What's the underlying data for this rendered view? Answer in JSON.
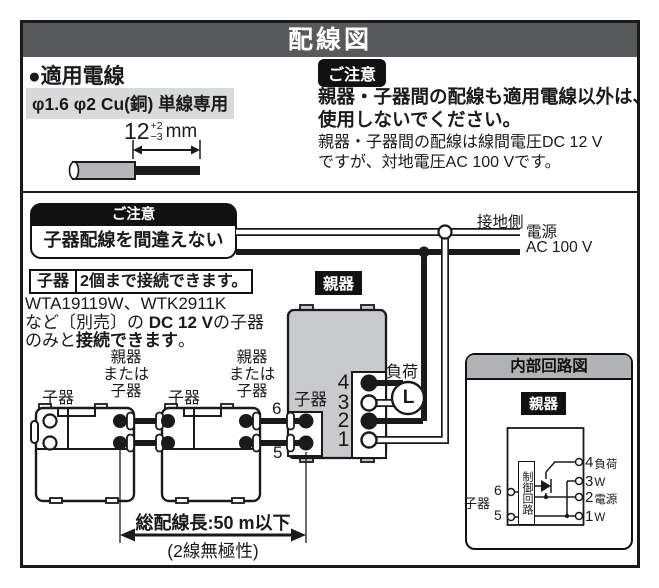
{
  "title": "配線図",
  "wire": {
    "heading": "●適用電線",
    "spec": "φ1.6 φ2 Cu(銅) 単線専用",
    "dim_value": "12",
    "dim_plus": "+2",
    "dim_minus": "−3",
    "dim_unit": "mm"
  },
  "caution_top": {
    "badge": "ご注意",
    "bold_lines": [
      "親器・子器間の配線も適用電線以外は、",
      "使用しないでください。"
    ],
    "normal_lines": [
      "親器・子器間の配線は線間電圧DC 12 V",
      "ですが、対地電圧AC 100 Vです。"
    ]
  },
  "caution_left": {
    "badge": "ご注意",
    "message": "子器配線を間違えない"
  },
  "kobox": {
    "label": "子器",
    "text": "2個まで接続できます。"
  },
  "notes": {
    "line1": "WTA19119W、WTK2911K",
    "line2_pre": "など〔別売〕の ",
    "line2_bold": "DC 12 V",
    "line2_post": "の子器",
    "line3_pre": "のみと",
    "line3_bold": "接続できます",
    "line3_post": "。"
  },
  "diagram": {
    "ground_label": "接地側",
    "power_label": "電源",
    "voltage": "AC 100 V",
    "parent_label": "親器",
    "load_label": "負荷",
    "load_symbol": "L",
    "child_label": "子器",
    "parent_or_child": [
      "親器",
      "または",
      "子器"
    ],
    "t_right": [
      "4",
      "3",
      "2",
      "1"
    ],
    "t6": "6",
    "t5": "5",
    "total_length": "総配線長:50 m以下",
    "polarity": "(2線無極性)"
  },
  "internal": {
    "title": "内部回路図",
    "parent_label": "親器",
    "control_label": "制御回路",
    "child_label": "子器",
    "n6": "6",
    "n5": "5",
    "right": [
      {
        "num": "4",
        "label": "負荷"
      },
      {
        "num": "3",
        "label": "W"
      },
      {
        "num": "2",
        "label": "電源"
      },
      {
        "num": "1",
        "label": "W"
      }
    ]
  },
  "colors": {
    "band_gray": "#58595b",
    "device_gray": "#c9cacb",
    "sheath_gray": "#b3b5b7",
    "highlight_gray": "#d9dadb",
    "header_gray": "#b2b3b5",
    "ink": "#1a1a1a"
  }
}
